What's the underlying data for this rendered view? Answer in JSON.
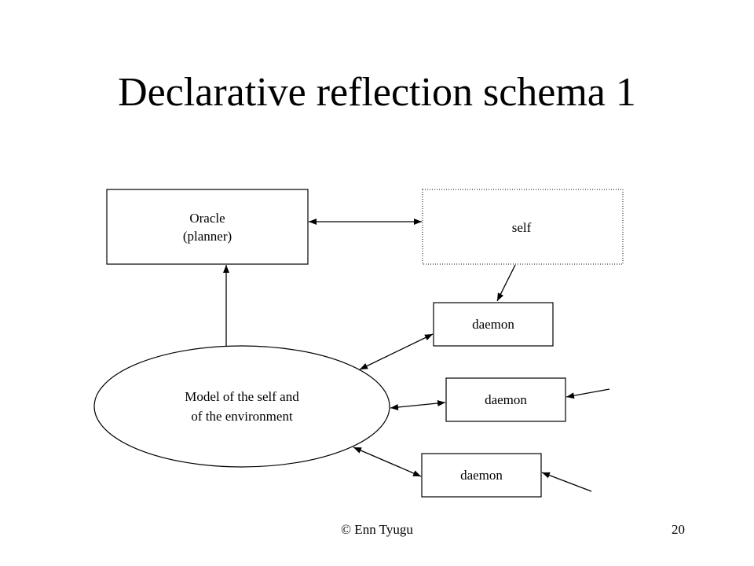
{
  "slide": {
    "title": "Declarative reflection schema 1",
    "footer_author": "© Enn Tyugu",
    "page_number": "20"
  },
  "diagram": {
    "oracle": {
      "line1": "Oracle",
      "line2": "(planner)"
    },
    "self": {
      "label": "self"
    },
    "model": {
      "line1": "Model of the self and",
      "line2": "of the environment"
    },
    "daemons": [
      "daemon",
      "daemon",
      "daemon"
    ]
  }
}
